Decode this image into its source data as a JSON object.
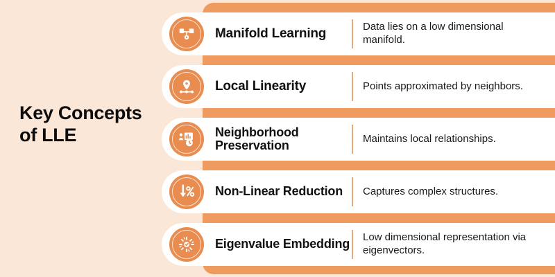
{
  "heading": {
    "line1": "Key Concepts",
    "line2": "of LLE",
    "full": "Key Concepts of LLE"
  },
  "colors": {
    "background": "#fbe7d7",
    "band": "#ef9a5f",
    "card": "#ffffff",
    "icon_badge": "#e98c4f",
    "divider": "#e8a878",
    "text": "#111111"
  },
  "rows": [
    {
      "icon": "manifold-network-icon",
      "title": "Manifold Learning",
      "description": "Data lies on a low dimensional manifold."
    },
    {
      "icon": "location-pin-nodes-icon",
      "title": "Local Linearity",
      "description": "Points approximated by neighbors."
    },
    {
      "icon": "neighborhood-chart-icon",
      "title": "Neighborhood Preservation",
      "description": "Maintains local relationships."
    },
    {
      "icon": "down-arrow-percent-icon",
      "title": "Non-Linear Reduction",
      "description": "Captures complex structures."
    },
    {
      "icon": "starburst-eigen-icon",
      "title": "Eigenvalue Embedding",
      "description": "Low dimensional representation via eigenvectors."
    }
  ]
}
